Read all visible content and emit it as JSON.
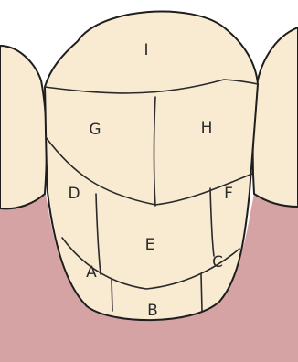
{
  "colors": {
    "background": "#ffffff",
    "gum": "#d6a3a4",
    "tooth": "#f8ebd2",
    "outline": "#1e1e1e"
  },
  "regions": {
    "I": "I",
    "G": "G",
    "H": "H",
    "D": "D",
    "F": "F",
    "E": "E",
    "A": "A",
    "C": "C",
    "B": "B"
  }
}
